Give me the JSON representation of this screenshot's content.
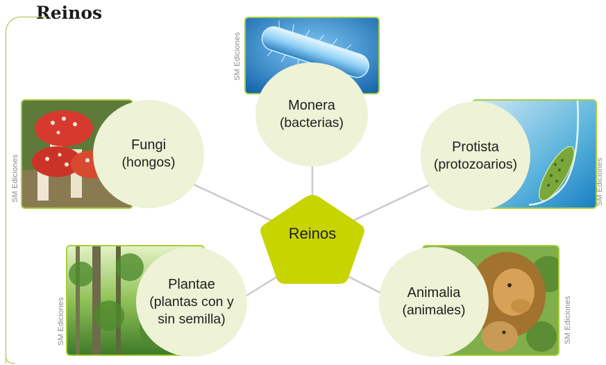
{
  "title": "Reinos",
  "center": {
    "label": "Reinos",
    "color": "#c8d400"
  },
  "kingdoms": [
    {
      "id": "monera",
      "name": "Monera",
      "description": "(bacterias)"
    },
    {
      "id": "protista",
      "name": "Protista",
      "description": "(protozoarios)"
    },
    {
      "id": "fungi",
      "name": "Fungi",
      "description": "(hongos)"
    },
    {
      "id": "plantae",
      "name": "Plantae",
      "description": "(plantas con y sin semilla)"
    },
    {
      "id": "animalia",
      "name": "Animalia",
      "description": "(animales)"
    }
  ],
  "credit": "SM Ediciones",
  "colors": {
    "accent": "#a7cf3a",
    "bubble": "#eef2d6",
    "connector": "#c9c9c9"
  }
}
